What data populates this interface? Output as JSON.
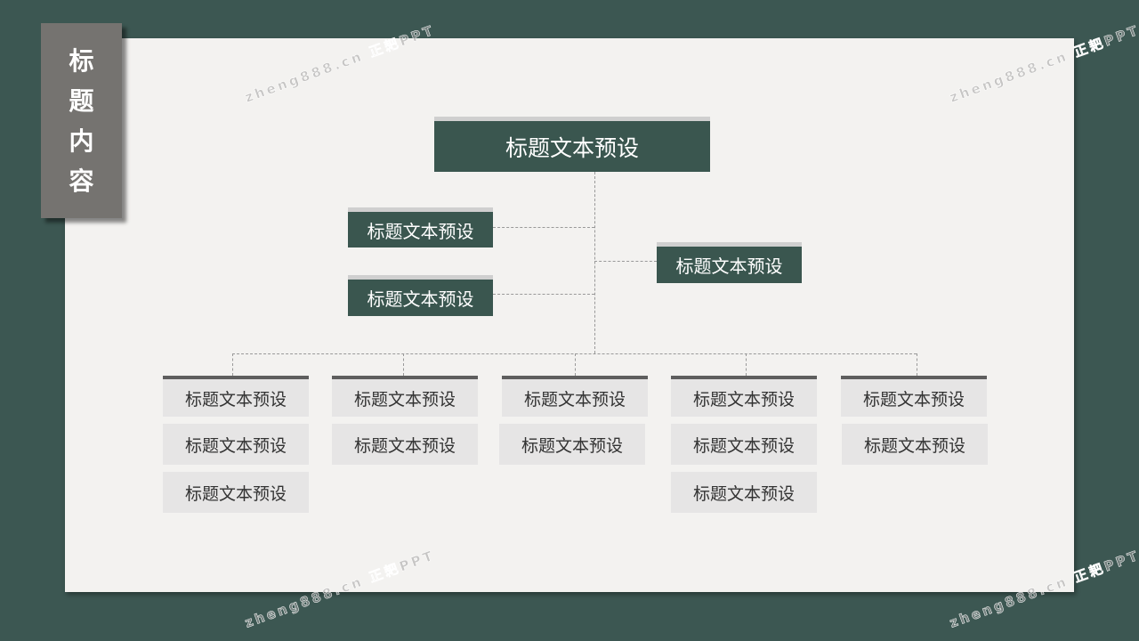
{
  "side_title": [
    "标",
    "题",
    "内",
    "容"
  ],
  "root": "标题文本预设",
  "mid_left": [
    "标题文本预设",
    "标题文本预设"
  ],
  "mid_right": "标题文本预设",
  "columns": [
    [
      "标题文本预设",
      "标题文本预设",
      "标题文本预设"
    ],
    [
      "标题文本预设",
      "标题文本预设"
    ],
    [
      "标题文本预设",
      "标题文本预设"
    ],
    [
      "标题文本预设",
      "标题文本预设",
      "标题文本预设"
    ],
    [
      "标题文本预设",
      "标题文本预设"
    ]
  ],
  "watermark": "zheng888.cn 正耙PPT",
  "colors": {
    "background": "#3c5752",
    "card": "#f3f2f0",
    "dark_box": "#3a564f",
    "side_tab": "#757370",
    "sub_box": "#e6e5e5"
  }
}
